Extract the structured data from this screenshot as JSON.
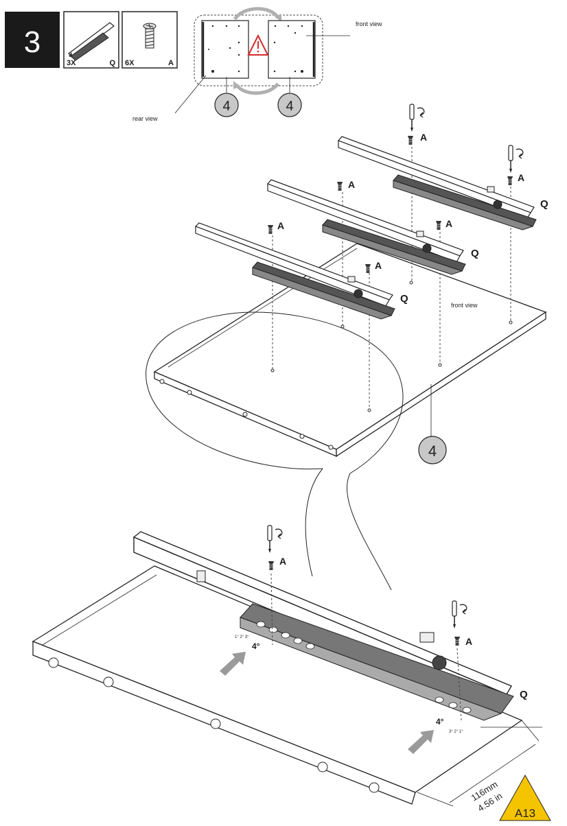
{
  "step": {
    "number": "3"
  },
  "parts": [
    {
      "qty": "3X",
      "code": "Q",
      "icon": "drawer-slide-icon"
    },
    {
      "qty": "6X",
      "code": "A",
      "icon": "screw-icon"
    }
  ],
  "orientation": {
    "front_label": "front view",
    "rear_label": "rear view",
    "panel_number": "4",
    "warning_icon": "warning-triangle-icon"
  },
  "main": {
    "screw_label": "A",
    "slide_label": "Q",
    "front_label": "front view",
    "panel_number": "4"
  },
  "detail": {
    "screw_label": "A",
    "slide_label": "Q",
    "angle_label": "4°",
    "scale_left": "1° 2° 3°",
    "scale_right": "3° 2° 1°",
    "dimension_mm": "116mm",
    "dimension_in": "4.56 in",
    "page_code": "A13"
  },
  "colors": {
    "step_bg": "#1a1a1a",
    "bubble_fill": "#c8c8c8",
    "warning_red": "#d42a2a",
    "arrow_grey": "#9a9a9a",
    "page_badge": "#f5c400"
  }
}
